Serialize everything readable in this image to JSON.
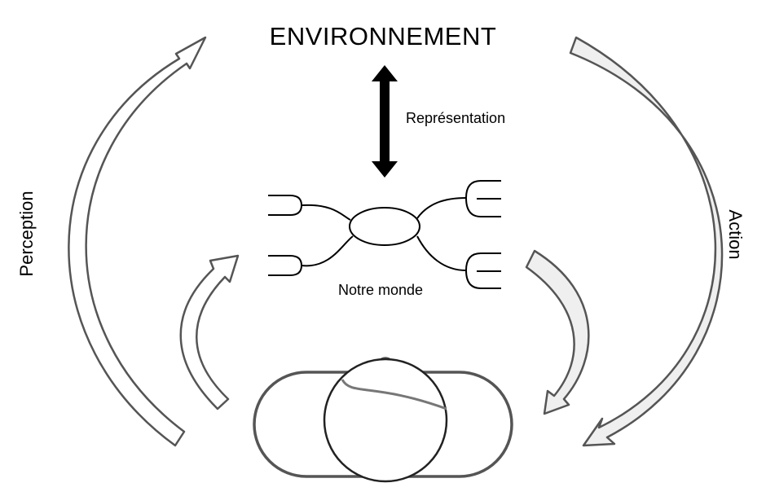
{
  "diagram": {
    "title": "ENVIRONNEMENT",
    "representation_label": "Représentation",
    "world_label": "Notre monde",
    "perception_label": "Perception",
    "action_label": "Action"
  },
  "colors": {
    "stroke": "#000000",
    "arrow_outline": "#555555",
    "arrow_fill": "#ffffff",
    "action_arrow_fill": "#efefef"
  }
}
